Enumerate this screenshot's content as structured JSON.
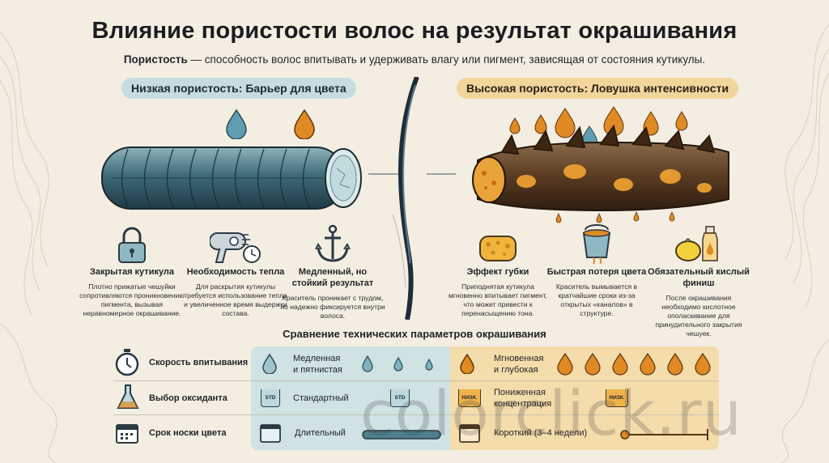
{
  "title": "Влияние пористости волос на результат окрашивания",
  "subtitle": {
    "term": "Пористость",
    "definition": " — способность волос впитывать и удерживать влагу или пигмент, зависящая от состояния кутикулы."
  },
  "low": {
    "heading": "Низкая пористость: Барьер для цвета",
    "features": [
      {
        "icon": "padlock-icon",
        "title": "Закрытая кутикула",
        "text": "Плотно прижатые чешуйки сопротивляются проникновению пигмента, вызывая неравномерное окрашивание."
      },
      {
        "icon": "hair-dryer-clock-icon",
        "title": "Необходимость тепла",
        "text": "Для раскрытия кутикулы требуется использование тепла и увеличенное время выдержки состава."
      },
      {
        "icon": "anchor-icon",
        "title": "Медленный, но стойкий результат",
        "text": "Краситель проникает с трудом, но надежно фиксируется внутри волоса."
      }
    ]
  },
  "high": {
    "heading": "Высокая пористость: Ловушка интенсивности",
    "features": [
      {
        "icon": "sponge-icon",
        "title": "Эффект губки",
        "text": "Приподнятая кутикула мгновенно впитывает пигмент, что может привести к перенасыщению тона."
      },
      {
        "icon": "leaking-bucket-icon",
        "title": "Быстрая потеря цвета",
        "text": "Краситель вымывается в кратчайшие сроки из-за открытых «каналов» в структуре."
      },
      {
        "icon": "lemon-bottle-icon",
        "title": "Обязательный кислый финиш",
        "text": "После окрашивания необходимо кислотное ополаскивание для принудительного закрытия чешуек."
      }
    ]
  },
  "comparison": {
    "title": "Сравнение технических параметров окрашивания",
    "rows": [
      {
        "icon": "stopwatch-icon",
        "label": "Скорость впитывания",
        "low": "Медленная\nи пятнистая",
        "high": "Мгновенная\nи глубокая"
      },
      {
        "icon": "flask-icon",
        "label": "Выбор оксиданта",
        "low": "Стандартный",
        "high": "Пониженная\nконцентрация",
        "low_tag": "STD",
        "high_tag": "НИЗК."
      },
      {
        "icon": "calendar-icon",
        "label": "Срок носки цвета",
        "low": "Длительный",
        "high": "Короткий (3–4 недели)"
      }
    ]
  },
  "watermark": "colorclick.ru",
  "colors": {
    "low_accent": "#c5dde1",
    "high_accent": "#f1d59b",
    "drop_blue": "#5f9db0",
    "drop_orange": "#e08a23"
  }
}
